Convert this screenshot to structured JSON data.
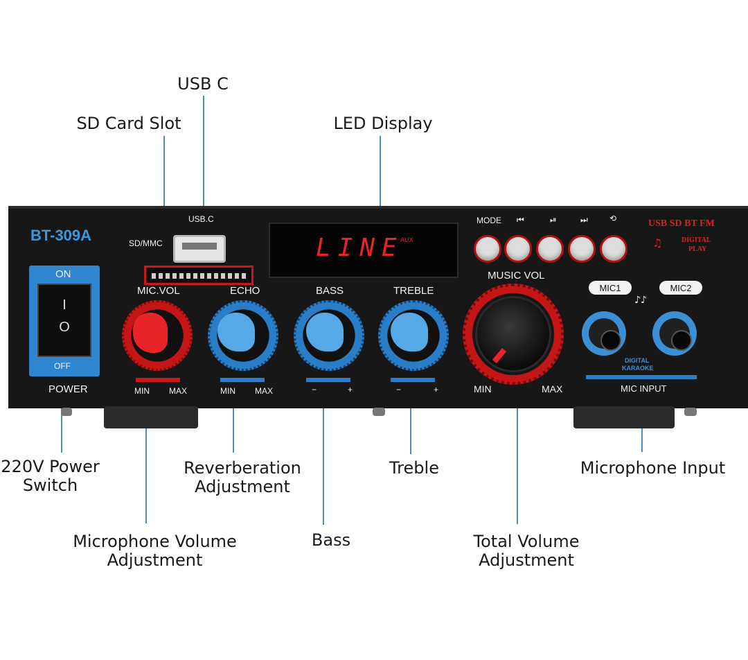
{
  "callouts": {
    "usb_c": "USB C",
    "sd_card_slot": "SD Card Slot",
    "led_display": "LED Display",
    "power_switch": "220V Power\nSwitch",
    "reverberation": "Reverberation\nAdjustment",
    "treble": "Treble",
    "microphone_input": "Microphone Input",
    "microphone_volume": "Microphone Volume\nAdjustment",
    "bass": "Bass",
    "total_volume": "Total Volume\nAdjustment"
  },
  "panel": {
    "model": "BT-309A",
    "usb_label": "USB.C",
    "sd_label": "SD/MMC",
    "display_text": "LINE",
    "display_badge": "AUX",
    "power": {
      "on": "ON",
      "off": "OFF",
      "label": "POWER",
      "on_symbol": "I",
      "off_symbol": "O"
    },
    "mode_buttons": [
      "MODE",
      "⏮",
      "⏯",
      "⏭",
      "⟲"
    ],
    "brand_line1": "USB SD BT FM",
    "brand_line2": "DIGITAL",
    "brand_line3": "PLAY",
    "knobs": {
      "mic_vol": {
        "label": "MIC.VOL",
        "min": "MIN",
        "max": "MAX"
      },
      "echo": {
        "label": "ECHO",
        "min": "MIN",
        "max": "MAX"
      },
      "bass": {
        "label": "BASS",
        "min": "−",
        "max": "+"
      },
      "treble": {
        "label": "TREBLE",
        "min": "−",
        "max": "+"
      },
      "music_vol": {
        "label": "MUSIC VOL",
        "min": "MIN",
        "max": "MAX"
      }
    },
    "mic1": "MIC1",
    "mic2": "MIC2",
    "digital": "DIGITAL",
    "karaoke": "KARAOKE",
    "mic_input": "MIC INPUT"
  },
  "colors": {
    "accent_blue": "#3b8fd4",
    "accent_red": "#d01818",
    "callout_line": "#4a8fc0",
    "panel": "#171717",
    "display_text": "#e8232a"
  }
}
